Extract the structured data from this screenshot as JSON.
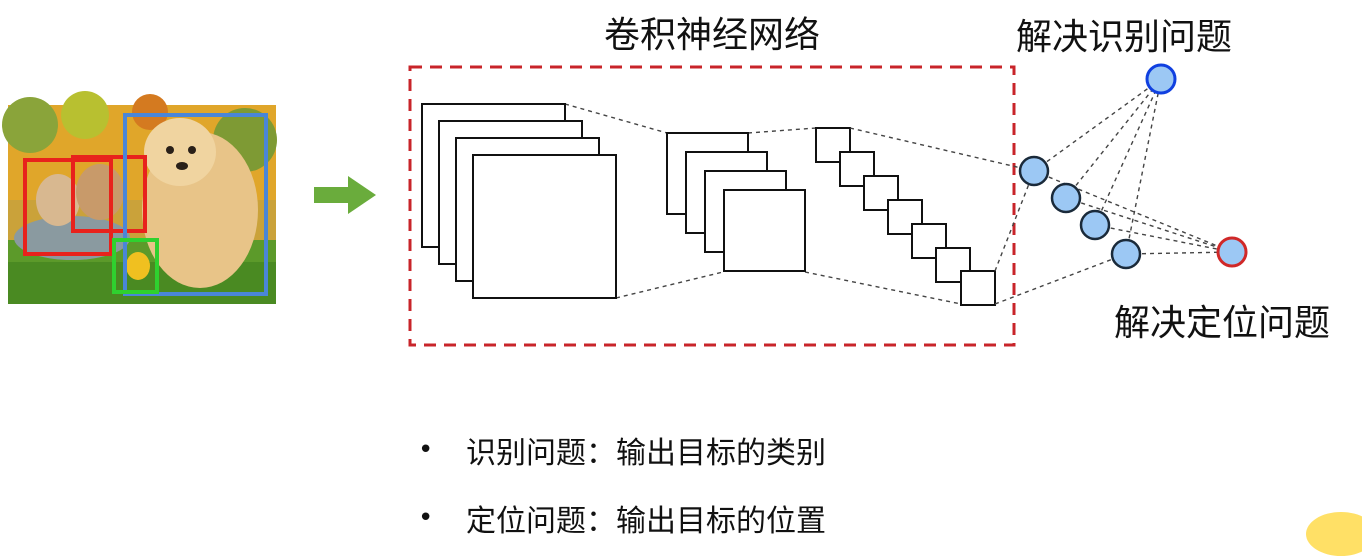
{
  "titles": {
    "cnn": "卷积神经网络",
    "recognition": "解决识别问题",
    "localization": "解决定位问题"
  },
  "bullets": [
    "识别问题：输出目标的类别",
    "定位问题：输出目标的位置"
  ],
  "photo": {
    "subject": "puppy and kittens with detection boxes",
    "box_colors": [
      "#e8221c",
      "#e8221c",
      "#4a86d8",
      "#2fd12f"
    ]
  },
  "colors": {
    "arrow": "#6aac3c",
    "cnn_border": "#c8242a",
    "node_fill": "#9cc8f4",
    "node_stroke": "#1a2a3a",
    "class_node_stroke": "#1040e0",
    "loc_node_stroke": "#d02828"
  },
  "icons": [
    "arrow-right-icon"
  ]
}
